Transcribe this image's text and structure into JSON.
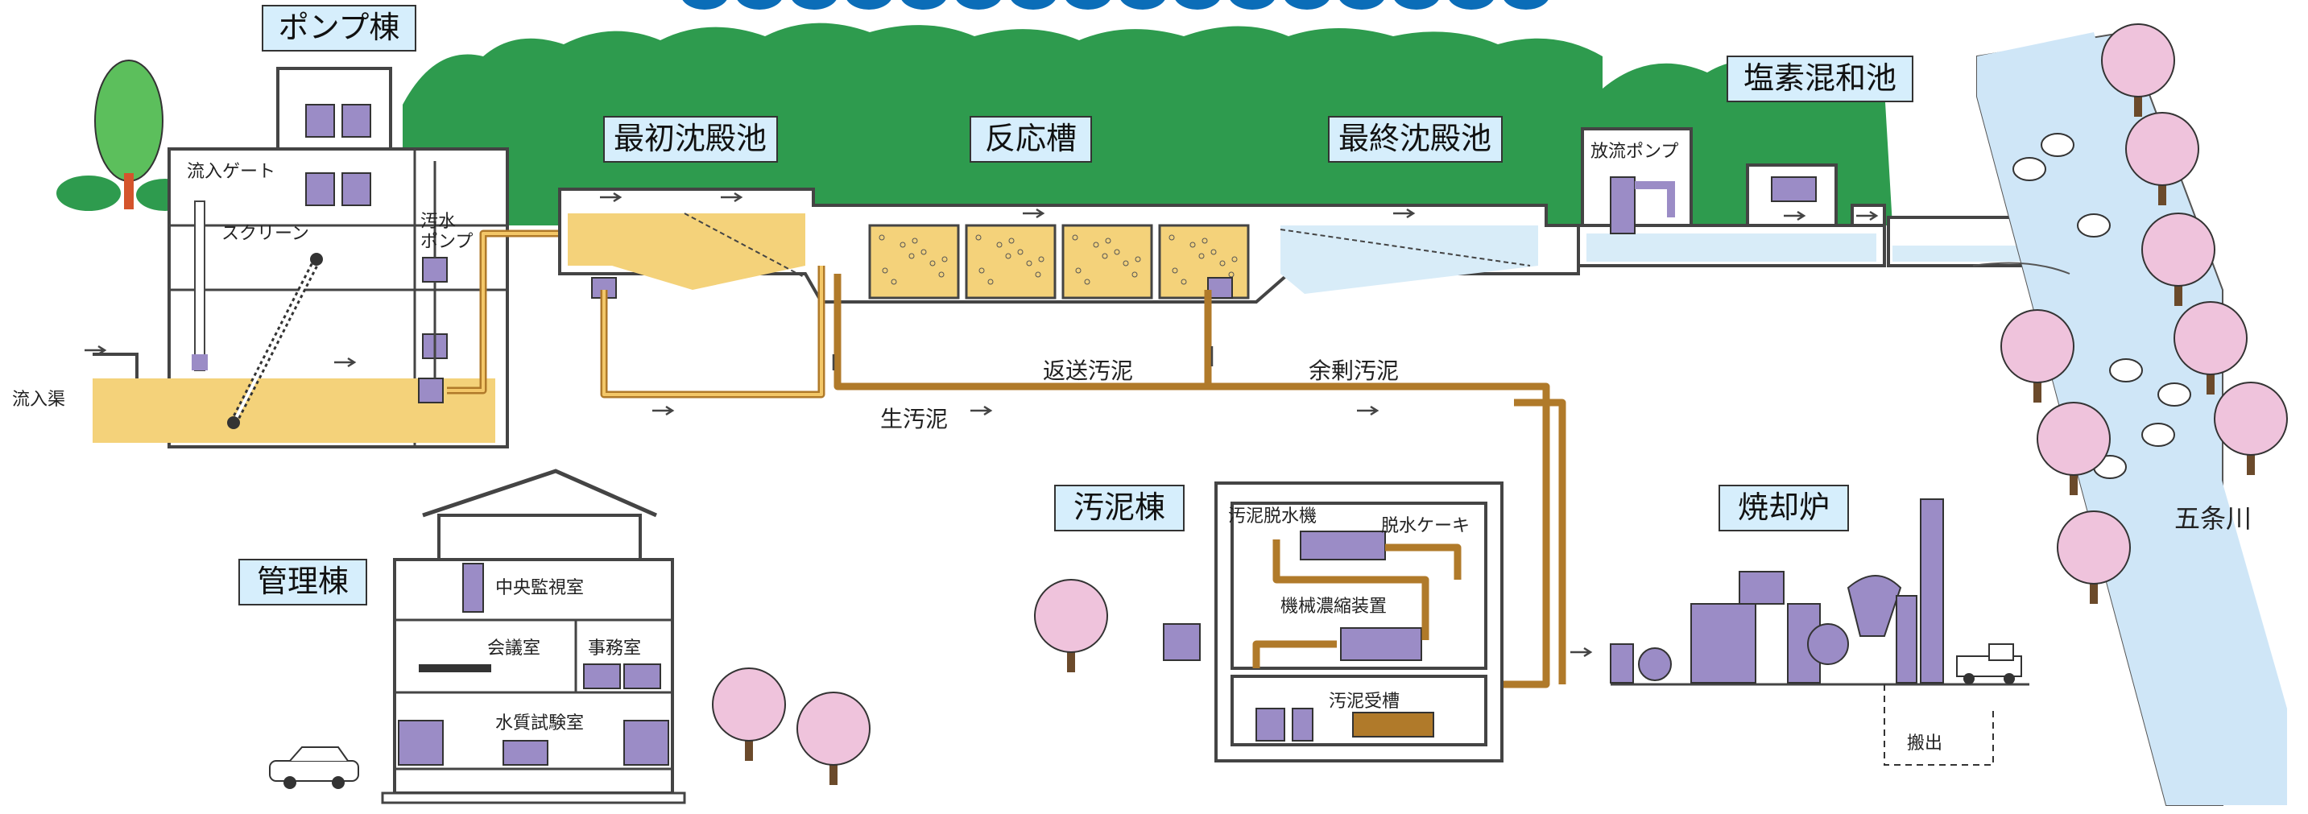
{
  "colors": {
    "water_top": "#0b6db8",
    "tree_green": "#2e9b4e",
    "tree_light": "#5cbf5c",
    "sewage": "#f4d27a",
    "clean_water": "#d8ecf8",
    "river": "#cfe6f7",
    "sludge_pipe": "#b07a2a",
    "equipment": "#9b8cc6",
    "blossom": "#efc3dc",
    "label_bg": "#d6eefc"
  },
  "labels": {
    "pump_building": "ポンプ棟",
    "primary_settling": "最初沈殿池",
    "reaction_tank": "反応槽",
    "final_settling": "最終沈殿池",
    "chlorine_mixing": "塩素混和池",
    "sludge_building": "汚泥棟",
    "incinerator": "焼却炉",
    "admin_building": "管理棟",
    "river": "五条川"
  },
  "small_labels": {
    "inflow_gate": "流入ゲート",
    "screen": "スクリーン",
    "sewage_pump_1": "汚水",
    "sewage_pump_2": "ポンプ",
    "inflow_channel": "流入渠",
    "discharge_pump": "放流ポンプ",
    "return_sludge": "返送汚泥",
    "excess_sludge": "余剰汚泥",
    "raw_sludge": "生汚泥",
    "dewatering_machine": "汚泥脱水機",
    "dewatered_cake": "脱水ケーキ",
    "mech_thickener": "機械濃縮装置",
    "sludge_tank": "汚泥受槽",
    "central_control": "中央監視室",
    "meeting_room": "会議室",
    "office": "事務室",
    "water_lab": "水質試験室",
    "carry_out": "搬出"
  }
}
